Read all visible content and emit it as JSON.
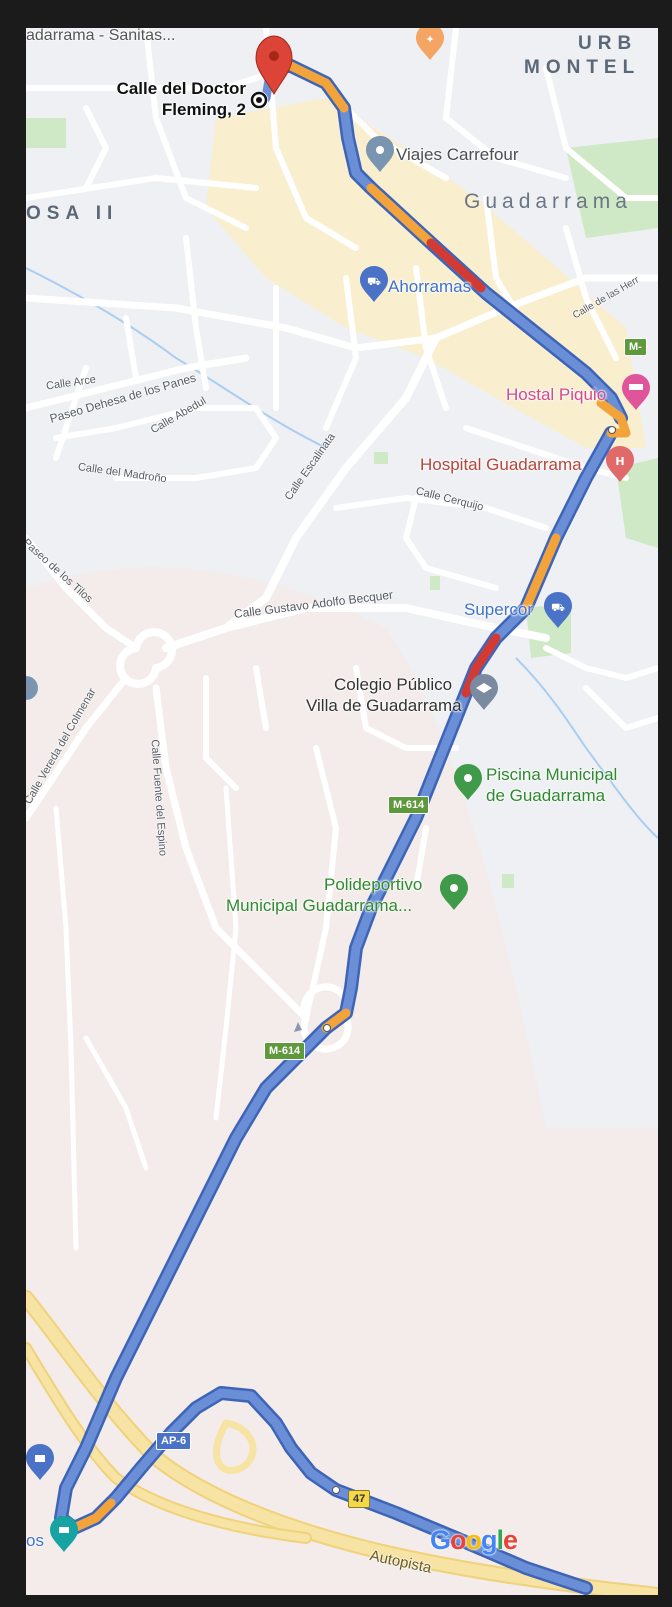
{
  "colors": {
    "route_main": "#6a8fd6",
    "route_slow": "#f2a43a",
    "route_jam": "#d23b34",
    "road": "#ffffff",
    "highway": "#f7e3a3",
    "urban_area": "#faefc8",
    "water": "#aacdf2",
    "park": "#cfe8c6",
    "land": "#eef0f3",
    "land_south": "#f4ecea"
  },
  "map": {
    "top_truncated_label": "adarrama - Sanitas...",
    "districts": {
      "urb_line1": "URB",
      "urb_line2": "MONTEL",
      "osa": "OSA II",
      "town": "Guadarrama"
    },
    "destination": {
      "line1": "Calle del Doctor",
      "line2": "Fleming, 2"
    },
    "streets": {
      "arce": "Calle Arce",
      "paseo_dehesa": "Paseo Dehesa de los Panes",
      "abedul": "Calle Abedul",
      "madrono": "Calle del Madroño",
      "escalinata": "Calle Escalinata",
      "cerquijo": "Calle Cerquijo",
      "tilos": "Paseo de los Tilos",
      "becquer": "Calle Gustavo Adolfo Becquer",
      "vereda": "Calle Vereda del Colmenar",
      "fuente": "Calle Fuente del Espino",
      "herr": "Calle de las Herr",
      "autopista": "Autopista"
    },
    "pois": {
      "viajes": "Viajes Carrefour",
      "ahorramas": "Ahorramas",
      "hostal": "Hostal Piquio",
      "hospital": "Hospital Guadarrama",
      "supercor": "Supercor",
      "colegio_l1": "Colegio Público",
      "colegio_l2": "Villa de Guadarrama",
      "piscina_l1": "Piscina Municipal",
      "piscina_l2": "de Guadarrama",
      "poli_l1": "Polideportivo",
      "poli_l2": "Municipal Guadarrama...",
      "bottom_left": "os"
    },
    "shields": {
      "m614_a": "M-614",
      "m614_b": "M-614",
      "ap6": "AP-6",
      "exit47": "47",
      "m_right": "M-"
    },
    "logo": "Google"
  }
}
